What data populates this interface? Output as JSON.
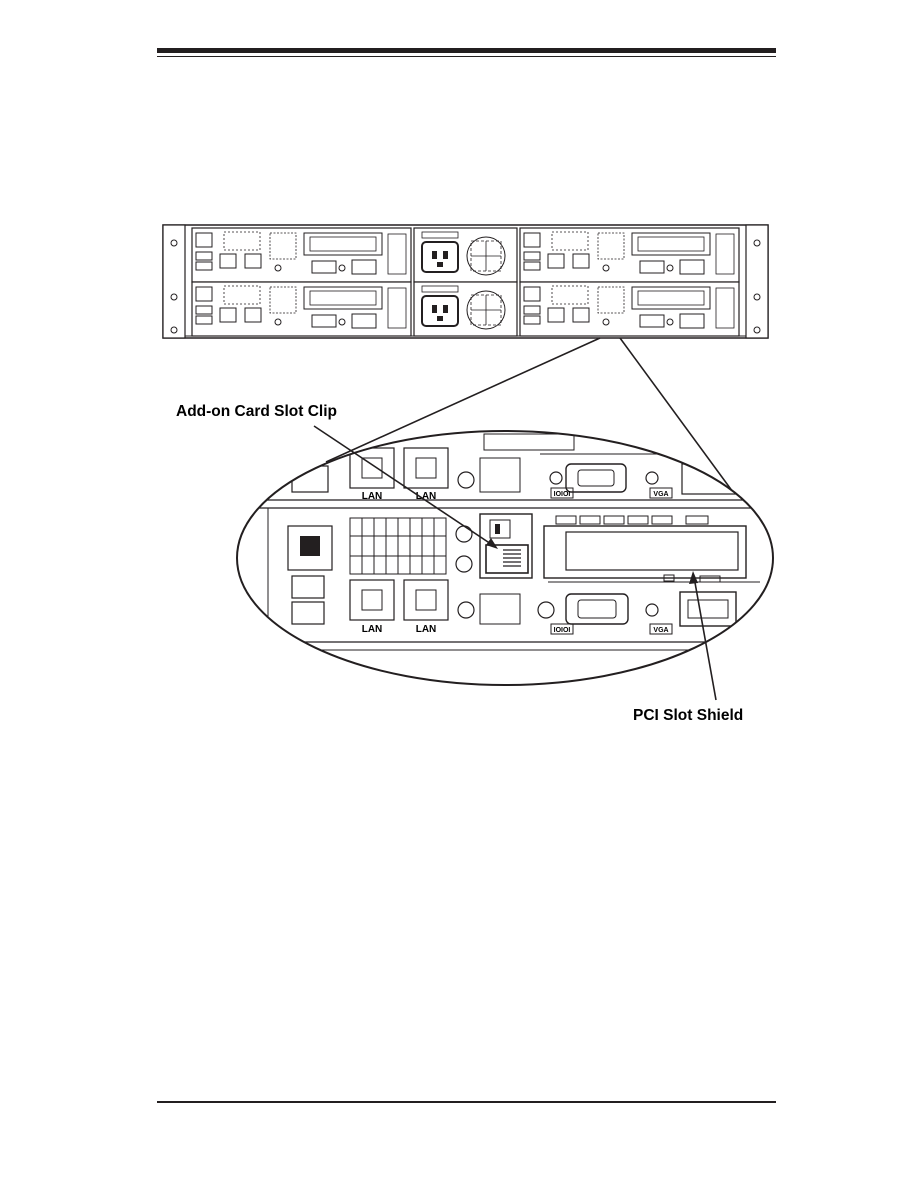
{
  "figure": {
    "callouts": {
      "add_on_card_slot_clip": "Add-on Card Slot Clip",
      "pci_slot_shield": "PCI Slot Shield"
    },
    "port_labels": {
      "lan": "LAN",
      "vga": "VGA",
      "serial": "IOIOI"
    },
    "colors": {
      "line": "#231f20",
      "background": "#ffffff"
    }
  }
}
